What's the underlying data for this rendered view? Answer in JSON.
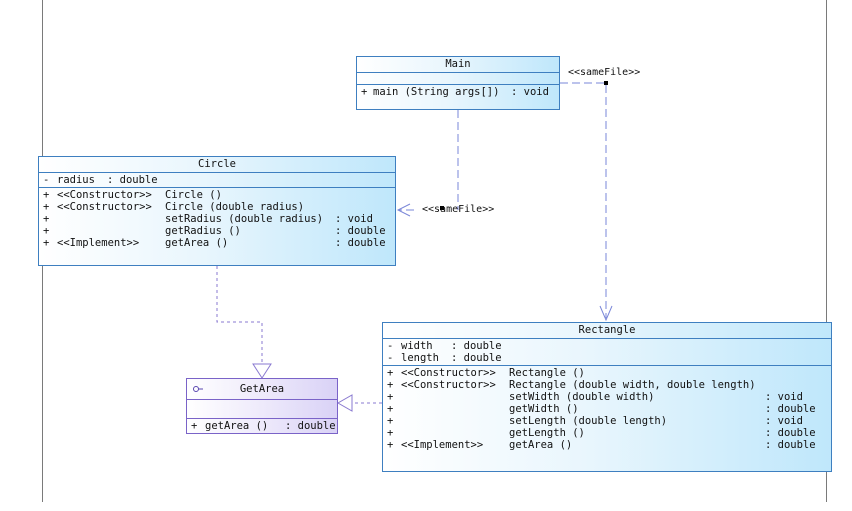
{
  "classes": {
    "main": {
      "name": "Main",
      "methods": [
        {
          "vis": "+",
          "sig": "main (String args[])",
          "ret": ": void"
        }
      ]
    },
    "circle": {
      "name": "Circle",
      "fields": [
        {
          "vis": "-",
          "name": "radius",
          "type": ": double"
        }
      ],
      "methods": [
        {
          "vis": "+",
          "stereo": "<<Constructor>>",
          "sig": "Circle ()",
          "ret": ""
        },
        {
          "vis": "+",
          "stereo": "<<Constructor>>",
          "sig": "Circle (double radius)",
          "ret": ""
        },
        {
          "vis": "+",
          "stereo": "",
          "sig": "setRadius (double radius)",
          "ret": ": void"
        },
        {
          "vis": "+",
          "stereo": "",
          "sig": "getRadius ()",
          "ret": ": double"
        },
        {
          "vis": "+",
          "stereo": "<<Implement>>",
          "sig": "getArea ()",
          "ret": ": double"
        }
      ]
    },
    "rectangle": {
      "name": "Rectangle",
      "fields": [
        {
          "vis": "-",
          "name": "width",
          "type": ": double"
        },
        {
          "vis": "-",
          "name": "length",
          "type": ": double"
        }
      ],
      "methods": [
        {
          "vis": "+",
          "stereo": "<<Constructor>>",
          "sig": "Rectangle ()",
          "ret": ""
        },
        {
          "vis": "+",
          "stereo": "<<Constructor>>",
          "sig": "Rectangle (double width, double length)",
          "ret": ""
        },
        {
          "vis": "+",
          "stereo": "",
          "sig": "setWidth (double width)",
          "ret": ": void"
        },
        {
          "vis": "+",
          "stereo": "",
          "sig": "getWidth ()",
          "ret": ": double"
        },
        {
          "vis": "+",
          "stereo": "",
          "sig": "setLength (double length)",
          "ret": ": void"
        },
        {
          "vis": "+",
          "stereo": "",
          "sig": "getLength ()",
          "ret": ": double"
        },
        {
          "vis": "+",
          "stereo": "<<Implement>>",
          "sig": "getArea ()",
          "ret": ": double"
        }
      ]
    }
  },
  "interface": {
    "name": "GetArea",
    "methods": [
      {
        "vis": "+",
        "sig": "getArea ()",
        "ret": ": double"
      }
    ]
  },
  "relations": {
    "main_to_rectangle_label": "<<sameFile>>",
    "main_to_circle_label": "<<sameFile>>"
  },
  "colors": {
    "class_border": "#3e7fc0",
    "interface_border": "#7a63c8",
    "dependency_line": "#7a87d8",
    "realization_line": "#8a7ad0"
  }
}
